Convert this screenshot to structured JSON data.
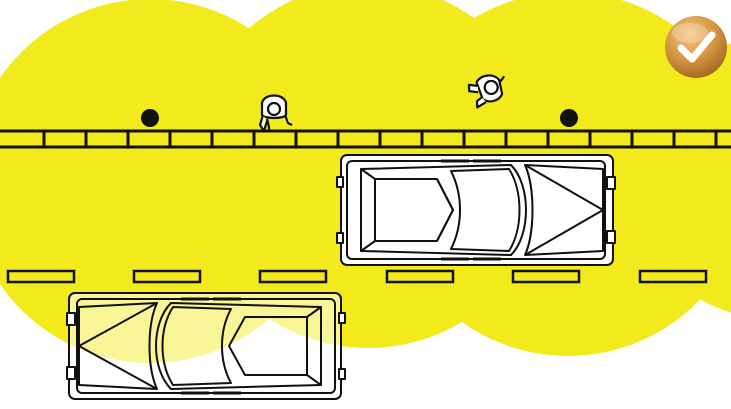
{
  "scene": {
    "lamp_count": 2,
    "pedestrian_count": 2,
    "car_count": 2,
    "lit_zone_count": 4
  },
  "colors": {
    "light_zone": "#f2ea1c",
    "outline": "#111111",
    "background": "#ffffff",
    "badge": "#c98a35",
    "badge_highlight": "#f1c17a",
    "badge_check": "#ffffff"
  },
  "icons": {
    "badge": "checkmark-icon",
    "lamp": "street-lamp-icon",
    "person": "pedestrian-icon",
    "car": "car-top-view-icon"
  },
  "status": {
    "completed": true
  }
}
